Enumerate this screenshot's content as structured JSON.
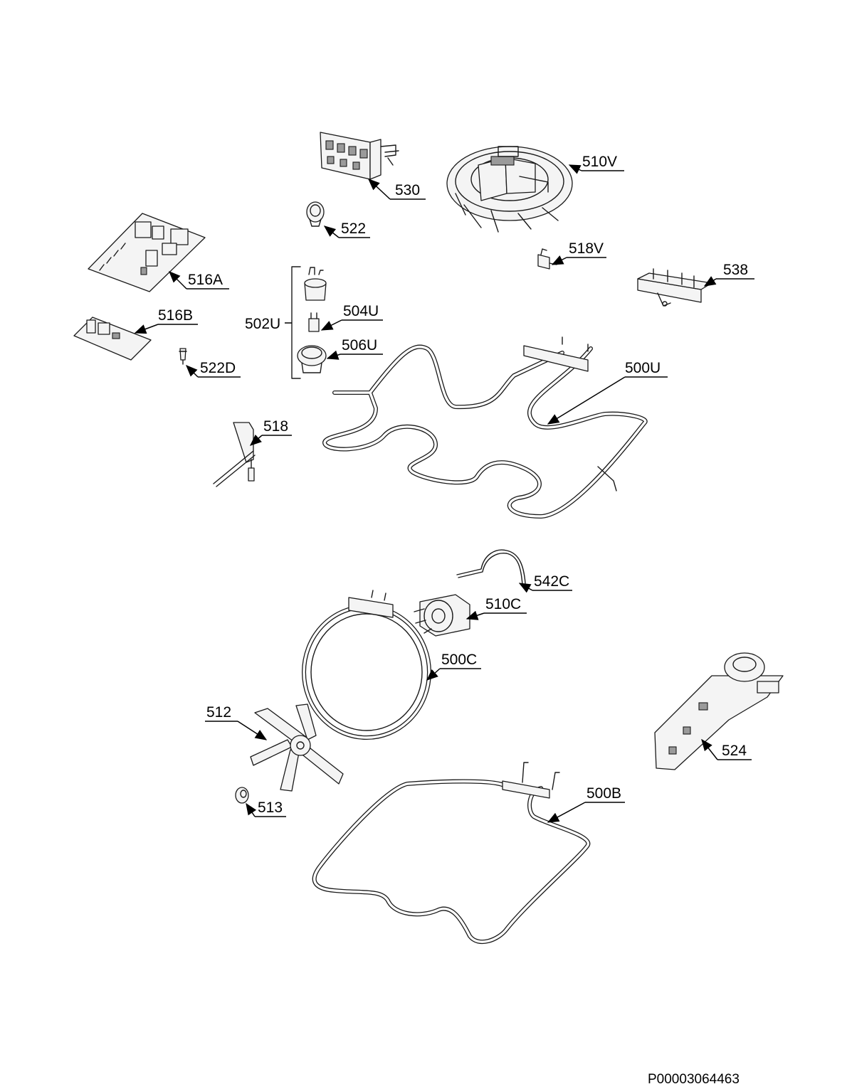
{
  "callouts": [
    {
      "id": "530",
      "text": "530"
    },
    {
      "id": "510V",
      "text": "510V"
    },
    {
      "id": "522",
      "text": "522"
    },
    {
      "id": "518V",
      "text": "518V"
    },
    {
      "id": "516A",
      "text": "516A"
    },
    {
      "id": "538",
      "text": "538"
    },
    {
      "id": "502U",
      "text": "502U"
    },
    {
      "id": "504U",
      "text": "504U"
    },
    {
      "id": "516B",
      "text": "516B"
    },
    {
      "id": "506U",
      "text": "506U"
    },
    {
      "id": "522D",
      "text": "522D"
    },
    {
      "id": "500U",
      "text": "500U"
    },
    {
      "id": "518",
      "text": "518"
    },
    {
      "id": "542C",
      "text": "542C"
    },
    {
      "id": "510C",
      "text": "510C"
    },
    {
      "id": "500C",
      "text": "500C"
    },
    {
      "id": "512",
      "text": "512"
    },
    {
      "id": "524",
      "text": "524"
    },
    {
      "id": "500B",
      "text": "500B"
    },
    {
      "id": "513",
      "text": "513"
    }
  ],
  "document_id": "P00003064463"
}
